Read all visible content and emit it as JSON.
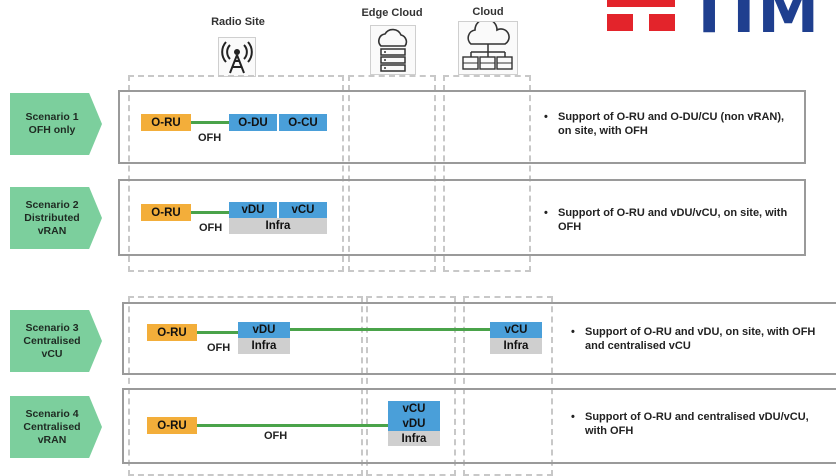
{
  "columns": {
    "radio_site": "Radio Site",
    "edge_cloud": "Edge Cloud",
    "cloud": "Cloud"
  },
  "brand": {
    "name": "TIM",
    "mark_color": "#e3242b",
    "text_color": "#1f3f8f"
  },
  "colors": {
    "scenario": "#7ccf9d",
    "ru": "#f3ae3a",
    "du_cu": "#4a9fd9",
    "infra": "#cfcfcf",
    "link": "#4aa34a"
  },
  "scenarios": [
    {
      "label_line1": "Scenario 1",
      "label_line2": "OFH only",
      "label_line3": "",
      "ru": "O-RU",
      "ofh": "OFH",
      "du": "O-DU",
      "cu": "O-CU",
      "description": "Support of O-RU and O-DU/CU (non vRAN), on site, with OFH"
    },
    {
      "label_line1": "Scenario 2",
      "label_line2": "Distributed",
      "label_line3": "vRAN",
      "ru": "O-RU",
      "ofh": "OFH",
      "du": "vDU",
      "cu": "vCU",
      "infra": "Infra",
      "description": "Support of O-RU and vDU/vCU, on site, with OFH"
    },
    {
      "label_line1": "Scenario 3",
      "label_line2": "Centralised",
      "label_line3": "vCU",
      "ru": "O-RU",
      "ofh": "OFH",
      "du": "vDU",
      "infra_du": "Infra",
      "cu": "vCU",
      "infra_cu": "Infra",
      "description": "Support of O-RU and vDU, on site, with OFH and centralised vCU"
    },
    {
      "label_line1": "Scenario 4",
      "label_line2": "Centralised",
      "label_line3": "vRAN",
      "ru": "O-RU",
      "ofh": "OFH",
      "cu": "vCU",
      "du": "vDU",
      "infra": "Infra",
      "description": "Support of O-RU and centralised vDU/vCU, with OFH"
    }
  ],
  "icons": [
    "antenna-icon",
    "edge-server-icon",
    "cloud-network-icon"
  ]
}
